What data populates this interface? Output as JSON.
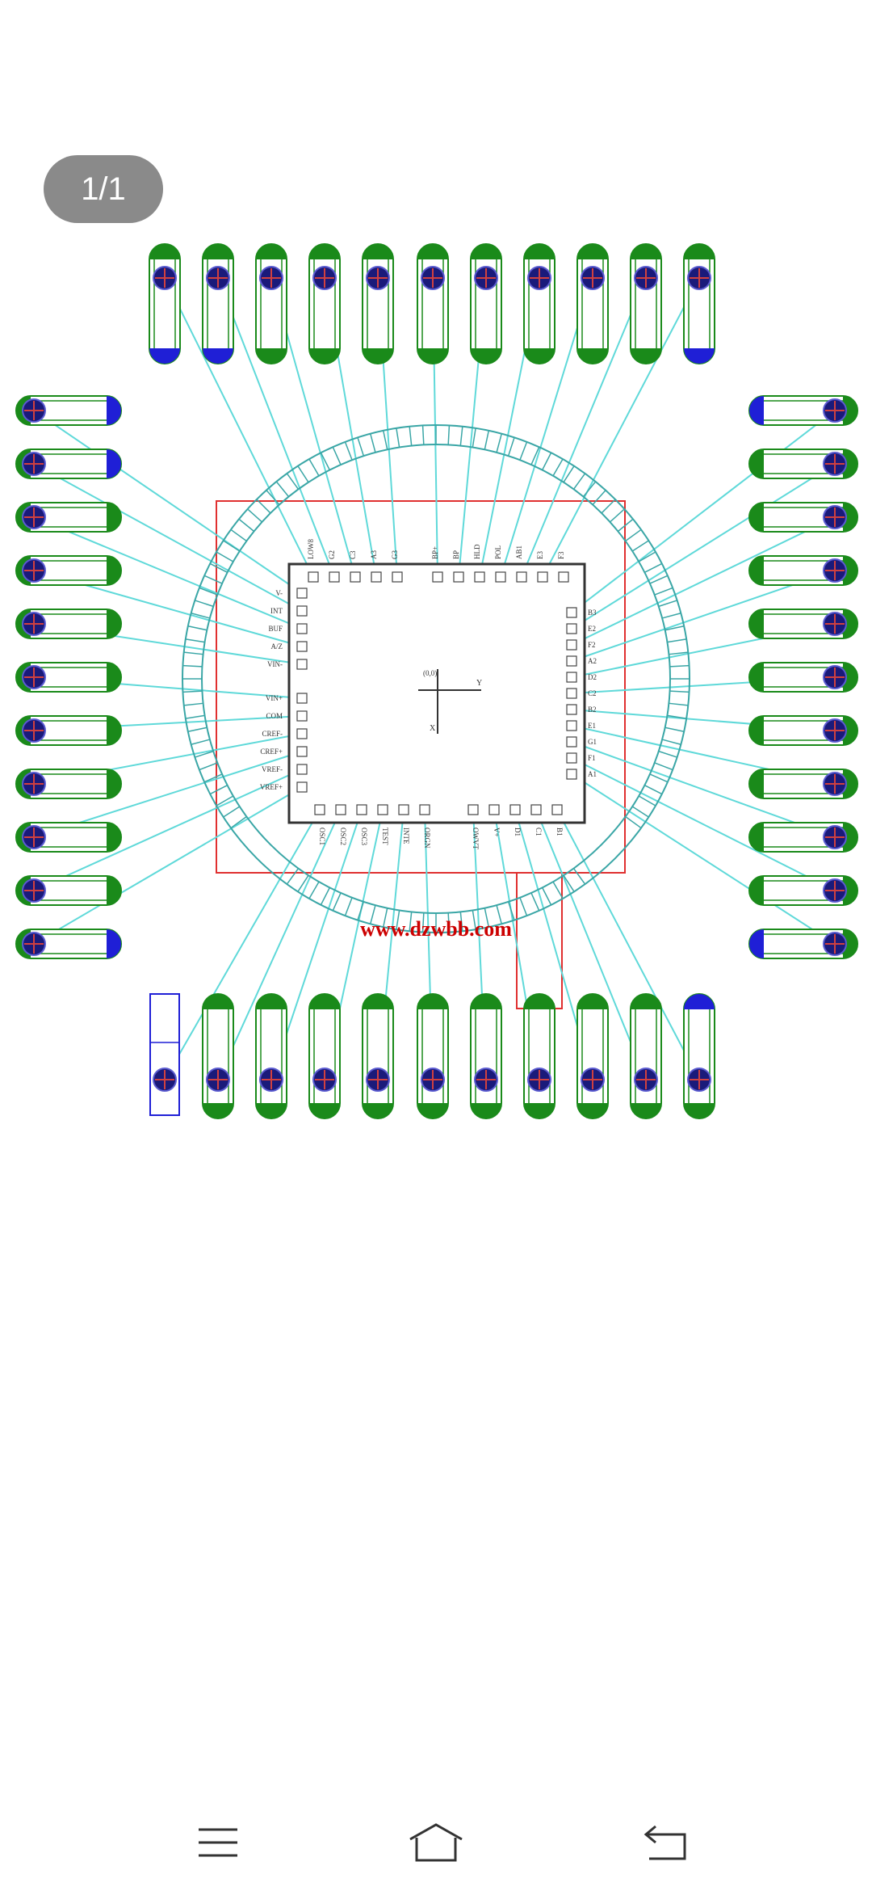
{
  "viewer": {
    "page_indicator": "1/1"
  },
  "diagram": {
    "watermark": "www.dzwbb.com",
    "center_label_x": "X",
    "center_label_y": "Y",
    "center_label_origin": "(0,0)",
    "pins": {
      "top": [
        "LOW8",
        "G2",
        "C3",
        "A3",
        "G3",
        "BP+",
        "BP",
        "HLD",
        "POL",
        "AB1",
        "E3",
        "F3"
      ],
      "left": [
        "V-",
        "INT",
        "BUF",
        "A/Z",
        "VIN-",
        "VIN+",
        "COM",
        "CREF-",
        "CREF+",
        "VREF-",
        "VREF+"
      ],
      "right": [
        "B3",
        "E2",
        "F2",
        "A2",
        "D2",
        "C2",
        "B2",
        "E1",
        "G1",
        "F1",
        "A1"
      ],
      "bottom": [
        "OSC1",
        "OSC2",
        "OSC3",
        "TEST",
        "INTE",
        "ORGN",
        "OWVT",
        "V+",
        "D1",
        "C1",
        "B1"
      ]
    },
    "colors": {
      "pad_green": "#1a8a1a",
      "pad_blue": "#1f1fd6",
      "pad_dark": "#1a1a7a",
      "trace": "#5fd9d9",
      "outline_red": "#e03030",
      "watermark_red": "#cc0000"
    }
  },
  "navbar": {
    "menu_icon": "hamburger-menu-icon",
    "home_icon": "home-icon",
    "back_icon": "back-arrow-icon"
  }
}
